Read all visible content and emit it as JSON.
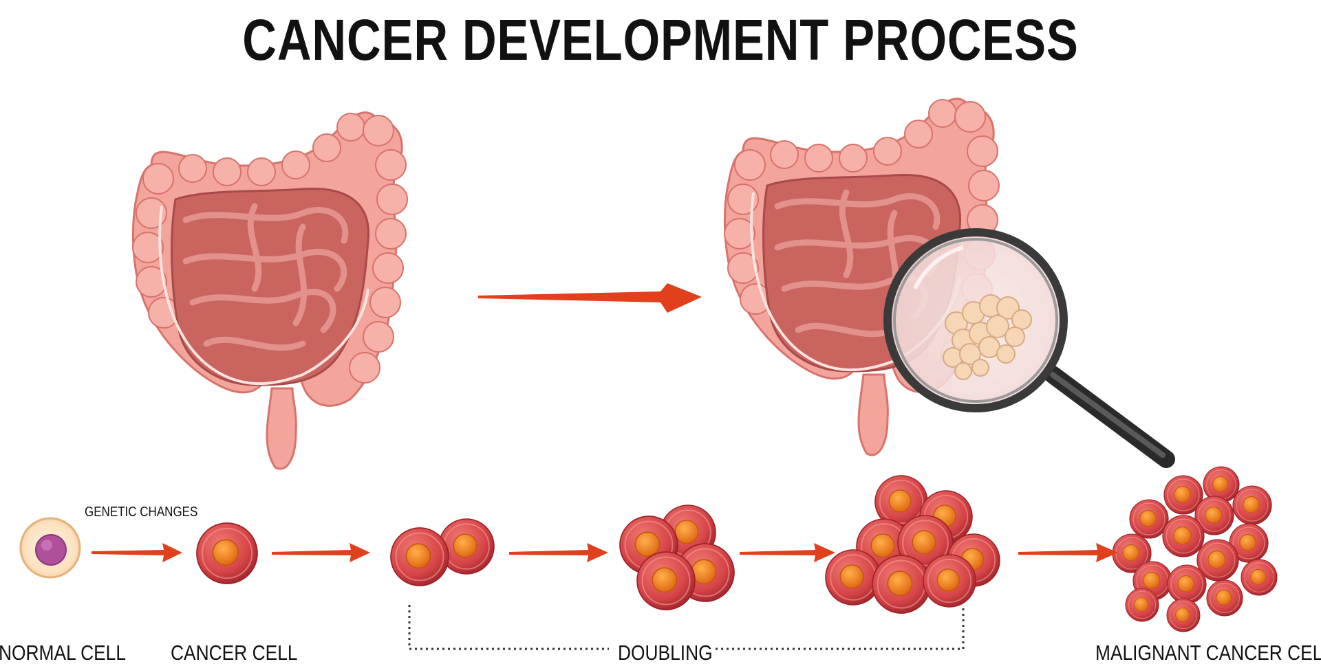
{
  "title": "CANCER DEVELOPMENT PROCESS",
  "labels": {
    "genetic_changes": "GENETIC CHANGES",
    "normal_cell": "NORMAL CELL",
    "cancer_cell": "CANCER CELL",
    "doubling": "DOUBLING",
    "malignant": "MALIGNANT CANCER CELLS"
  },
  "colors": {
    "arrow": "#e0401c",
    "intestine_outer": "#f2a39b",
    "intestine_inner": "#c4615f",
    "cell_body": "#d8484a",
    "cell_nucleus": "#ee8a22",
    "normal_cell_body": "#fbe6c8",
    "normal_cell_nucleus": "#b04f9a"
  },
  "icons": [
    "intestine-healthy",
    "intestine-with-tumor",
    "magnifying-glass"
  ]
}
